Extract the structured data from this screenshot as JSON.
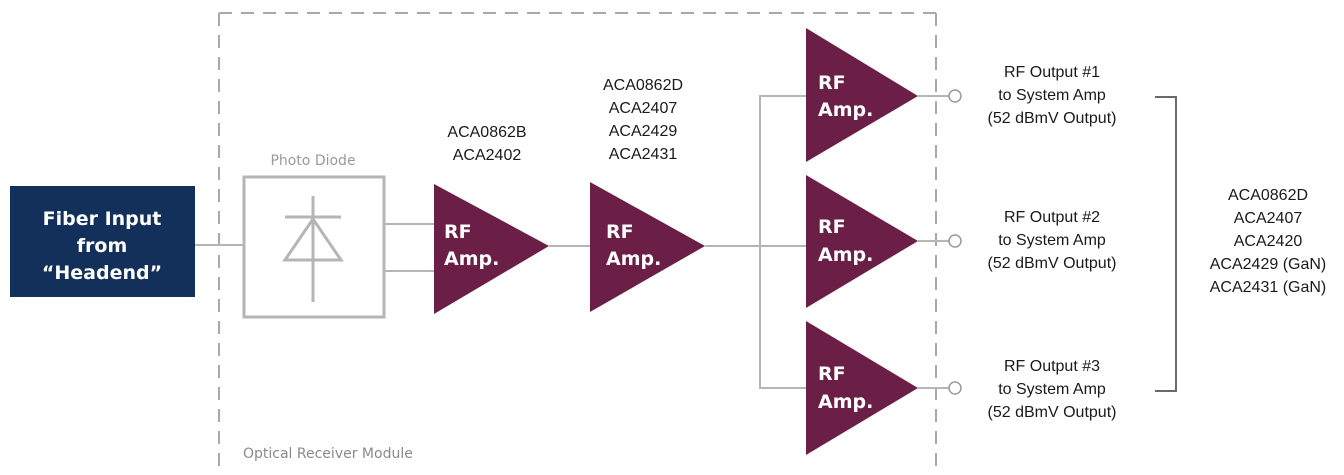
{
  "colors": {
    "amp_fill": "#6b1f46",
    "input_fill": "#12305a",
    "line": "#b5b5b5",
    "dash": "#a9a9a9",
    "text": "#1a1a1a",
    "gray_text": "#9a9a9a"
  },
  "input_box": {
    "line1": "Fiber Input",
    "line2": "from",
    "line3": "“Headend”"
  },
  "photo_diode": {
    "label": "Photo Diode"
  },
  "module": {
    "label": "Optical Receiver Module"
  },
  "amp1": {
    "line1": "RF",
    "line2": "Amp.",
    "parts": [
      "ACA0862B",
      "ACA2402"
    ]
  },
  "amp2": {
    "line1": "RF",
    "line2": "Amp.",
    "parts": [
      "ACA0862D",
      "ACA2407",
      "ACA2429",
      "ACA2431"
    ]
  },
  "output_amps": [
    {
      "line1": "RF",
      "line2": "Amp."
    },
    {
      "line1": "RF",
      "line2": "Amp."
    },
    {
      "line1": "RF",
      "line2": "Amp."
    }
  ],
  "outputs": [
    {
      "line1": "RF Output #1",
      "line2": "to System Amp",
      "line3": "(52 dBmV Output)"
    },
    {
      "line1": "RF Output #2",
      "line2": "to System Amp",
      "line3": "(52 dBmV Output)"
    },
    {
      "line1": "RF Output #3",
      "line2": "to System Amp",
      "line3": "(52 dBmV Output)"
    }
  ],
  "system_amp_parts": [
    "ACA0862D",
    "ACA2407",
    "ACA2420",
    "ACA2429 (GaN)",
    "ACA2431 (GaN)"
  ],
  "icons": [
    "photo-diode-icon",
    "output-port-icon"
  ]
}
